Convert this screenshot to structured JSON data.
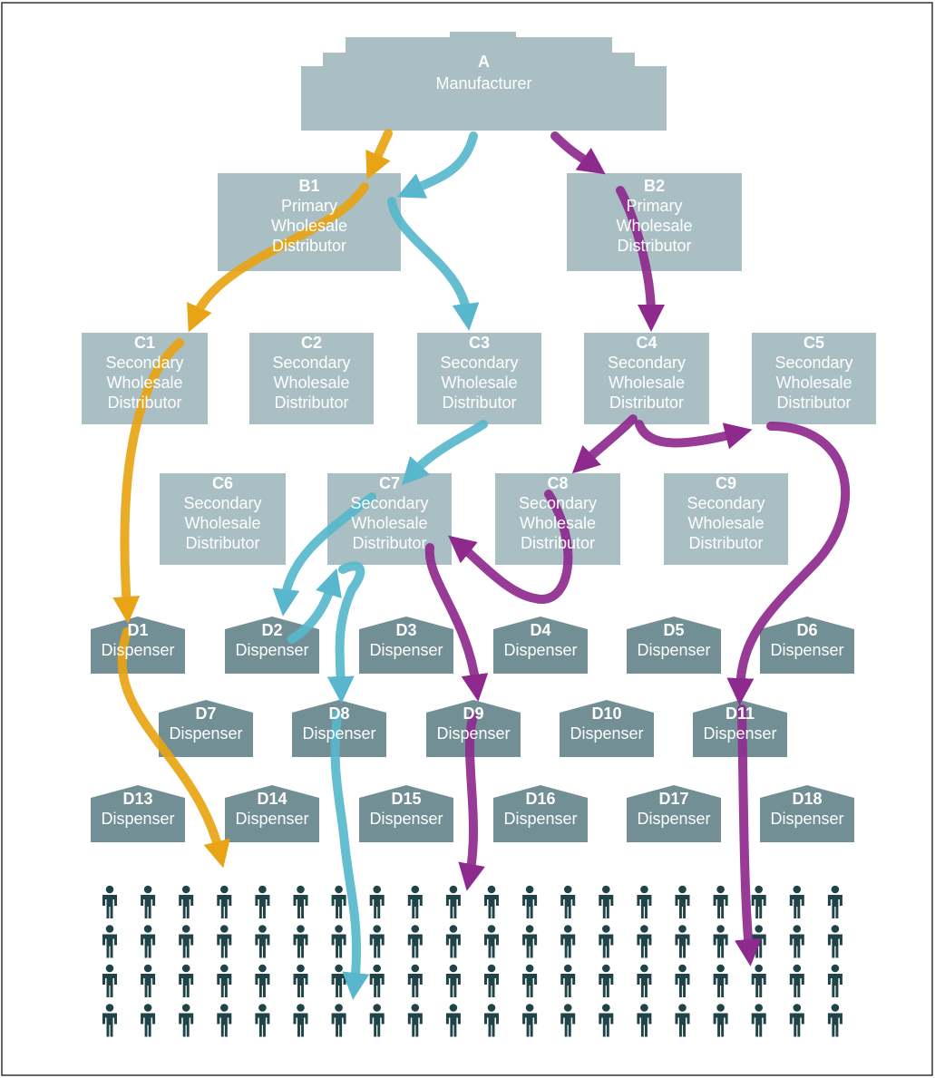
{
  "nodes": [
    {
      "id": "A",
      "title": "A",
      "lines": [
        "Manufacturer"
      ]
    },
    {
      "id": "B1",
      "title": "B1",
      "lines": [
        "Primary",
        "Wholesale",
        "Distributor"
      ]
    },
    {
      "id": "B2",
      "title": "B2",
      "lines": [
        "Primary",
        "Wholesale",
        "Distributor"
      ]
    },
    {
      "id": "C1",
      "title": "C1",
      "lines": [
        "Secondary",
        "Wholesale",
        "Distributor"
      ]
    },
    {
      "id": "C2",
      "title": "C2",
      "lines": [
        "Secondary",
        "Wholesale",
        "Distributor"
      ]
    },
    {
      "id": "C3",
      "title": "C3",
      "lines": [
        "Secondary",
        "Wholesale",
        "Distributor"
      ]
    },
    {
      "id": "C4",
      "title": "C4",
      "lines": [
        "Secondary",
        "Wholesale",
        "Distributor"
      ]
    },
    {
      "id": "C5",
      "title": "C5",
      "lines": [
        "Secondary",
        "Wholesale",
        "Distributor"
      ]
    },
    {
      "id": "C6",
      "title": "C6",
      "lines": [
        "Secondary",
        "Wholesale",
        "Distributor"
      ]
    },
    {
      "id": "C7",
      "title": "C7",
      "lines": [
        "Secondary",
        "Wholesale",
        "Distributor"
      ]
    },
    {
      "id": "C8",
      "title": "C8",
      "lines": [
        "Secondary",
        "Wholesale",
        "Distributor"
      ]
    },
    {
      "id": "C9",
      "title": "C9",
      "lines": [
        "Secondary",
        "Wholesale",
        "Distributor"
      ]
    },
    {
      "id": "D1",
      "title": "D1",
      "lines": [
        "Dispenser"
      ]
    },
    {
      "id": "D2",
      "title": "D2",
      "lines": [
        "Dispenser"
      ]
    },
    {
      "id": "D3",
      "title": "D3",
      "lines": [
        "Dispenser"
      ]
    },
    {
      "id": "D4",
      "title": "D4",
      "lines": [
        "Dispenser"
      ]
    },
    {
      "id": "D5",
      "title": "D5",
      "lines": [
        "Dispenser"
      ]
    },
    {
      "id": "D6",
      "title": "D6",
      "lines": [
        "Dispenser"
      ]
    },
    {
      "id": "D7",
      "title": "D7",
      "lines": [
        "Dispenser"
      ]
    },
    {
      "id": "D8",
      "title": "D8",
      "lines": [
        "Dispenser"
      ]
    },
    {
      "id": "D9",
      "title": "D9",
      "lines": [
        "Dispenser"
      ]
    },
    {
      "id": "D10",
      "title": "D10",
      "lines": [
        "Dispenser"
      ]
    },
    {
      "id": "D11",
      "title": "D11",
      "lines": [
        "Dispenser"
      ]
    },
    {
      "id": "D13",
      "title": "D13",
      "lines": [
        "Dispenser"
      ]
    },
    {
      "id": "D14",
      "title": "D14",
      "lines": [
        "Dispenser"
      ]
    },
    {
      "id": "D15",
      "title": "D15",
      "lines": [
        "Dispenser"
      ]
    },
    {
      "id": "D16",
      "title": "D16",
      "lines": [
        "Dispenser"
      ]
    },
    {
      "id": "D17",
      "title": "D17",
      "lines": [
        "Dispenser"
      ]
    },
    {
      "id": "D18",
      "title": "D18",
      "lines": [
        "Dispenser"
      ]
    }
  ],
  "flows": [
    {
      "color": "orange",
      "path": [
        "A",
        "B1",
        "C1",
        "D1",
        "patients"
      ]
    },
    {
      "color": "blue",
      "path": [
        "A",
        "B1",
        "C3",
        "C7",
        "D2",
        "C7",
        "D8",
        "patients"
      ]
    },
    {
      "color": "purple",
      "path": [
        "A",
        "B2",
        "C4",
        "C8",
        "C7",
        "D9",
        "patients"
      ]
    },
    {
      "color": "purple",
      "path": [
        "C4",
        "C5",
        "D11",
        "patients"
      ]
    }
  ],
  "colors": {
    "box": "#a9bfc3",
    "box_mid": "#93aeb3",
    "dispenser": "#718f94",
    "text": "#ffffff",
    "person": "#1f4346",
    "orange": "#e8a415",
    "blue": "#58b7cc",
    "purple": "#8e2a8e"
  },
  "people": {
    "rows": 4,
    "cols": 20,
    "icon": "person-icon"
  }
}
